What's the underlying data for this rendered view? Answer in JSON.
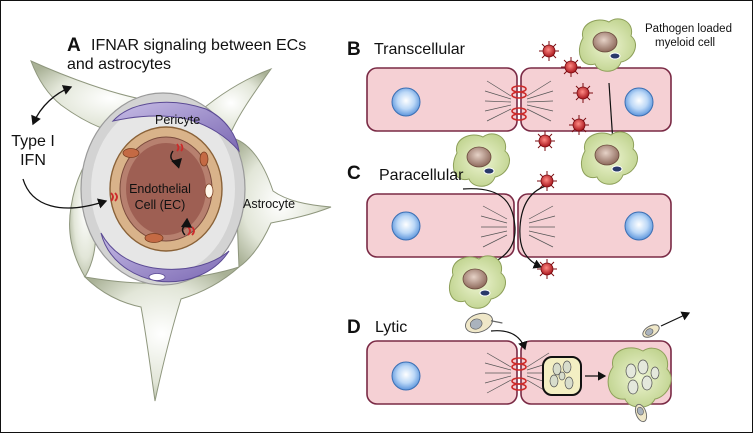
{
  "colors": {
    "cell_fill": "#f5d0d4",
    "cell_stroke": "#7a2a45",
    "nucleus": "#6fa8e6",
    "myeloid_cell": "#d4e3a4",
    "pathogen": "#c0282c",
    "pericyte": "#9b8ac8",
    "astrocyte": "#c9cfb9",
    "basement": "#d6d6d6",
    "endothelial": "#d8b48c",
    "junction": "#cc2b2b"
  },
  "panel_a": {
    "letter": "A",
    "title_line1": "IFNAR signaling between ECs",
    "title_line2": "and astrocytes",
    "type_i_ifn_line1": "Type I",
    "type_i_ifn_line2": "IFN",
    "pericyte": "Pericyte",
    "endothelial_line1": "Endothelial",
    "endothelial_line2": "Cell (EC)",
    "astrocyte": "Astrocyte",
    "icons": [
      "astrocyte-shape",
      "pericyte-shape",
      "endothelial-ring",
      "ifnar-receptor-icon",
      "curved-arrow-icon"
    ]
  },
  "panel_b": {
    "letter": "B",
    "title": "Transcellular",
    "myeloid_line1": "Pathogen loaded",
    "myeloid_line2": "myeloid cell"
  },
  "panel_c": {
    "letter": "C",
    "title": "Paracellular"
  },
  "panel_d": {
    "letter": "D",
    "title": "Lytic"
  }
}
